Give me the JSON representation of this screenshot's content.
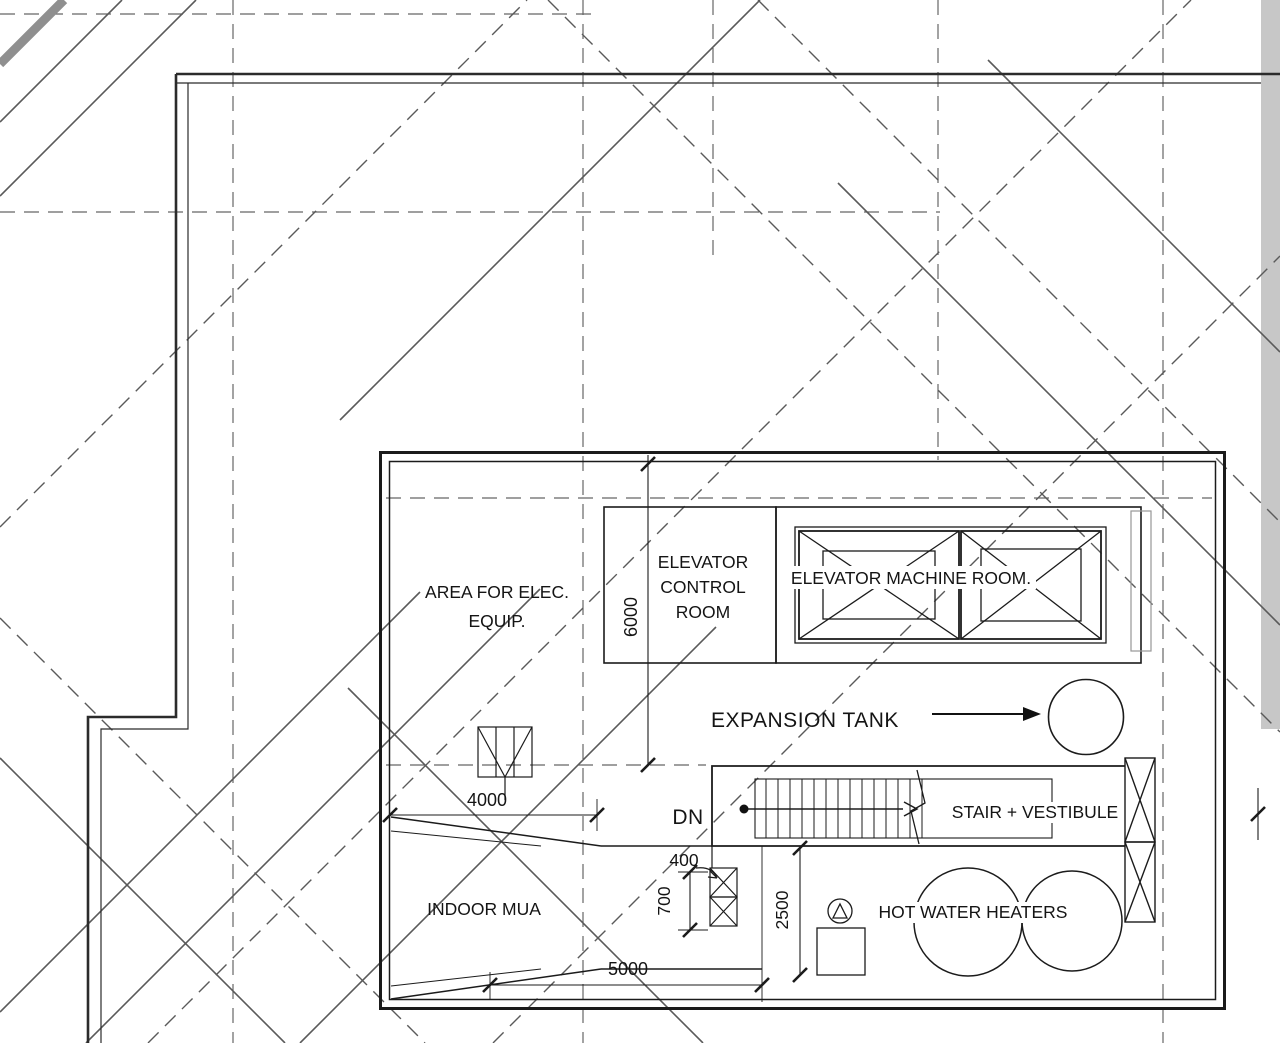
{
  "plan": {
    "rooms": {
      "area_elec": {
        "line1": "AREA FOR ELEC.",
        "line2": "EQUIP."
      },
      "elevator_control": {
        "line1": "ELEVATOR",
        "line2": "CONTROL",
        "line3": "ROOM"
      },
      "elevator_machine": {
        "label": "ELEVATOR MACHINE ROOM."
      },
      "stair_vestibule": {
        "label": "STAIR + VESTIBULE"
      },
      "indoor_mua": {
        "label": "INDOOR MUA"
      }
    },
    "equipment": {
      "expansion_tank": {
        "label": "EXPANSION TANK"
      },
      "hot_water_heaters": {
        "label": "HOT WATER HEATERS"
      }
    },
    "annotations": {
      "down": "DN"
    },
    "dimensions": {
      "d6000": "6000",
      "d4000": "4000",
      "d400": "400",
      "d700": "700",
      "d2500": "2500",
      "d5000": "5000"
    },
    "colors": {
      "line": "#1b1b1b",
      "grid": "#666666",
      "diagonal": "#5a5a5a",
      "roof_strip": "#c7c7c7",
      "background": "#ffffff"
    }
  }
}
